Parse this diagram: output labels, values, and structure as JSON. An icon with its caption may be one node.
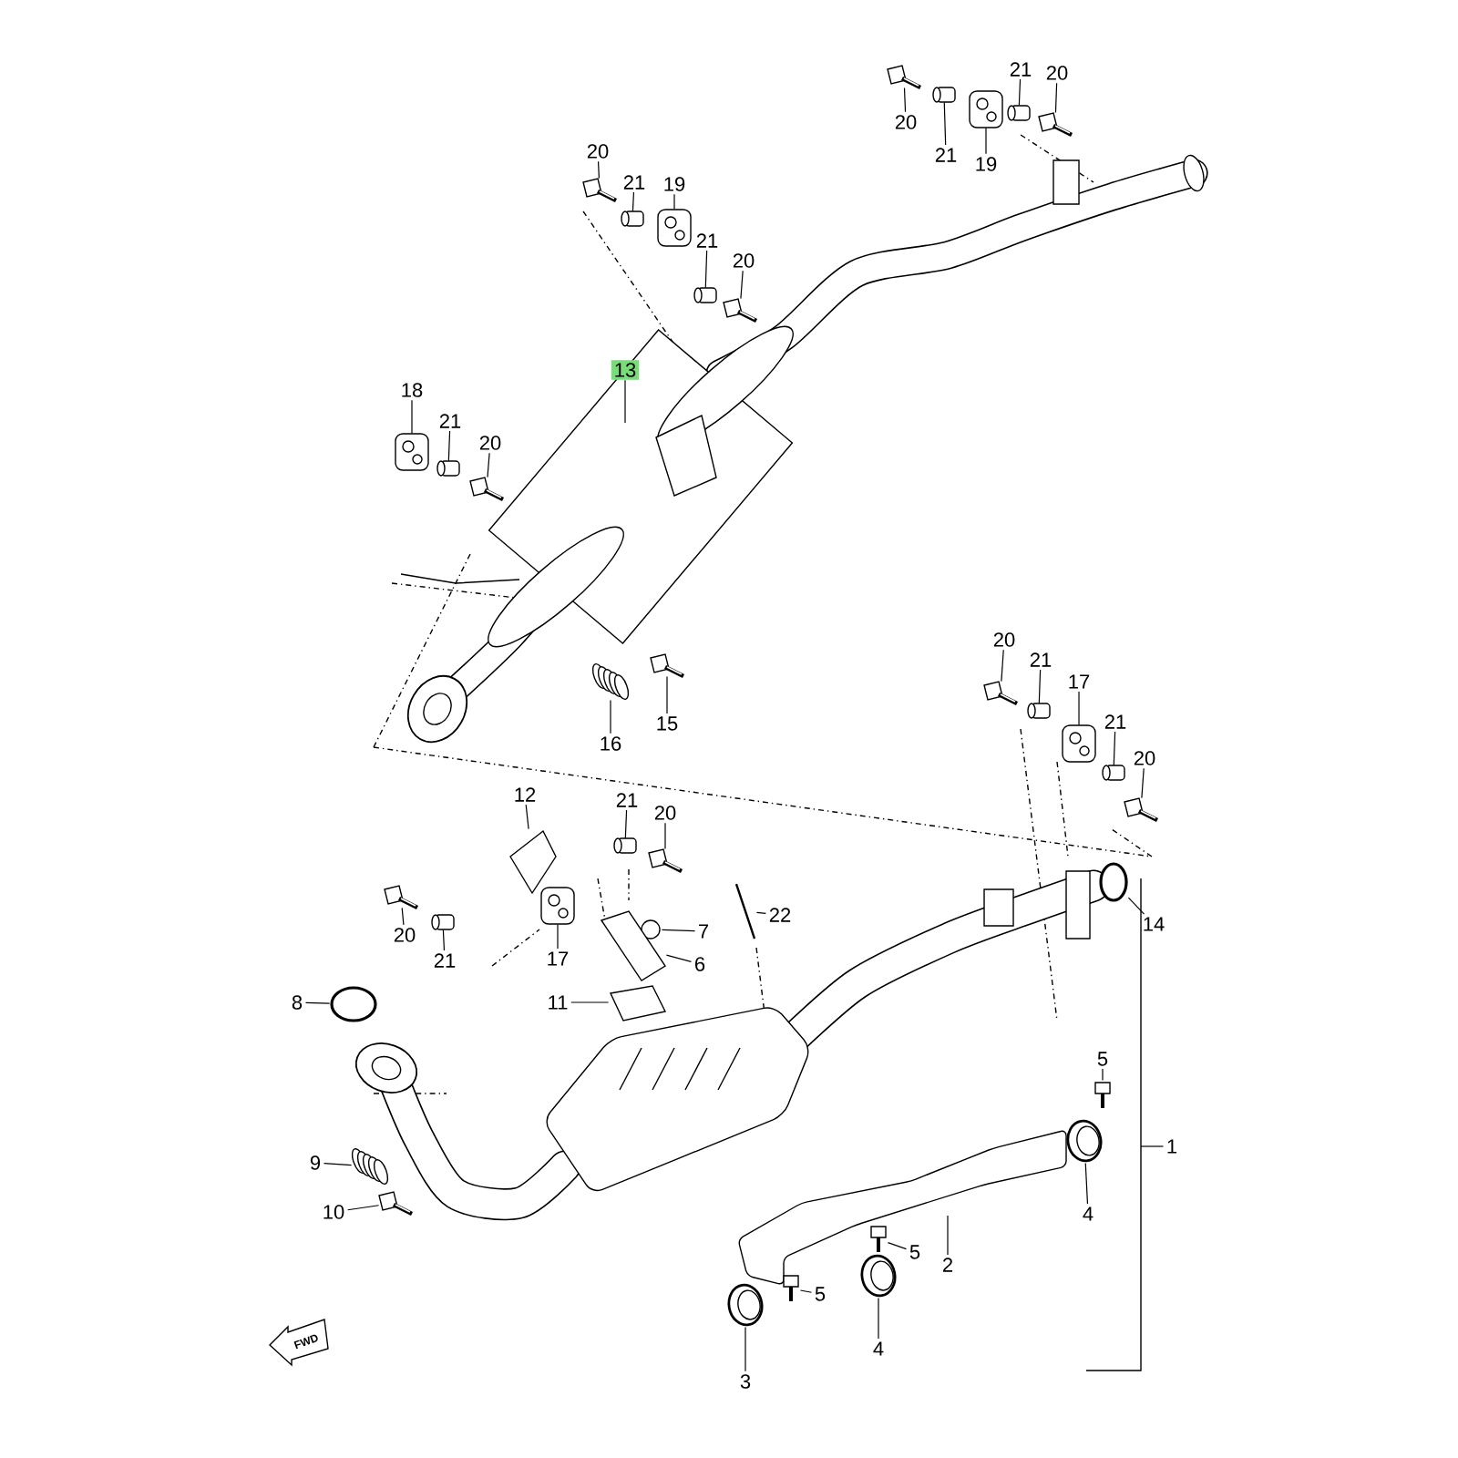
{
  "diagram": {
    "nodes": [
      {
        "text": [
          "21"
        ]
      },
      {
        "text": [
          "20"
        ]
      },
      {
        "text": [
          "20"
        ]
      },
      {
        "text": [
          "21"
        ]
      },
      {
        "text": [
          "20"
        ]
      },
      {
        "text": [
          "19"
        ]
      },
      {
        "text": [
          "21"
        ]
      },
      {
        "text": [
          "19"
        ]
      },
      {
        "text": [
          "21"
        ]
      },
      {
        "text": [
          "20"
        ]
      },
      {
        "text": [
          "13"
        ]
      },
      {
        "text": [
          "18"
        ]
      },
      {
        "text": [
          "21"
        ]
      },
      {
        "text": [
          "20"
        ]
      },
      {
        "text": [
          "20"
        ]
      },
      {
        "text": [
          "21"
        ]
      },
      {
        "text": [
          "17"
        ]
      },
      {
        "text": [
          "15"
        ]
      },
      {
        "text": [
          "21"
        ]
      },
      {
        "text": [
          "16"
        ]
      },
      {
        "text": [
          "20"
        ]
      },
      {
        "text": [
          "12"
        ]
      },
      {
        "text": [
          "21"
        ]
      },
      {
        "text": [
          "20"
        ]
      },
      {
        "text": [
          "22"
        ]
      },
      {
        "text": [
          "14"
        ]
      },
      {
        "text": [
          "7"
        ]
      },
      {
        "text": [
          "20"
        ]
      },
      {
        "text": [
          "17"
        ]
      },
      {
        "text": [
          "21"
        ]
      },
      {
        "text": [
          "6"
        ]
      },
      {
        "text": [
          "11"
        ]
      },
      {
        "text": [
          "8"
        ]
      },
      {
        "text": [
          "5"
        ]
      },
      {
        "text": [
          "1"
        ]
      },
      {
        "text": [
          "9"
        ]
      },
      {
        "text": [
          "10"
        ]
      },
      {
        "text": [
          "4"
        ]
      },
      {
        "text": [
          "5"
        ]
      },
      {
        "text": [
          "2"
        ]
      },
      {
        "text": [
          "5"
        ]
      },
      {
        "text": [
          "4"
        ]
      },
      {
        "text": [
          "3"
        ]
      },
      {
        "text": [],
        "shape": "cylinder"
      },
      {
        "text": [],
        "shape": "picture"
      },
      {
        "text": [],
        "shape": "picture"
      },
      {
        "text": [],
        "shape": "cylinder"
      },
      {
        "text": [],
        "shape": "picture"
      },
      {
        "text": [],
        "shape": "picture"
      },
      {
        "text": [],
        "shape": "cylinder"
      },
      {
        "text": [],
        "shape": "picture"
      },
      {
        "text": [],
        "shape": "cylinder"
      },
      {
        "text": [],
        "shape": "picture"
      },
      {
        "text": [],
        "shape": "picture"
      },
      {
        "text": [],
        "shape": "cylinder"
      },
      {
        "text": [],
        "shape": "picture"
      },
      {
        "text": [],
        "shape": "picture"
      },
      {
        "text": [],
        "shape": "cylinder"
      },
      {
        "text": [],
        "shape": "picture"
      },
      {
        "text": [],
        "shape": "picture"
      },
      {
        "text": [],
        "shape": "cylinder"
      },
      {
        "text": [],
        "shape": "picture"
      },
      {
        "text": [],
        "shape": "picture"
      },
      {
        "text": [],
        "shape": "picture"
      },
      {
        "text": [],
        "shape": "cylinder"
      },
      {
        "text": [],
        "shape": "picture"
      },
      {
        "text": [],
        "shape": "picture"
      },
      {
        "text": [],
        "shape": "circle"
      },
      {
        "text": [],
        "shape": "circle"
      },
      {
        "text": [],
        "shape": "picture"
      },
      {
        "text": [],
        "shape": "picture"
      },
      {
        "text": [],
        "shape": "cylinder"
      },
      {
        "text": [],
        "shape": "picture"
      },
      {
        "text": [],
        "shape": "picture"
      },
      {
        "text": [],
        "shape": "circle"
      },
      {
        "text": [],
        "shape": "picture"
      },
      {
        "text": [],
        "shape": "picture"
      },
      {
        "text": [],
        "shape": "picture"
      },
      {
        "text": [],
        "shape": "picture"
      },
      {
        "text": [],
        "shape": "picture"
      },
      {
        "text": [],
        "shape": "picture"
      },
      {
        "text": [],
        "shape": "picture"
      },
      {
        "text": [],
        "shape": "picture"
      }
    ],
    "edges": [
      {
        "from": 0,
        "to": 43,
        "arrow": "none"
      },
      {
        "from": 1,
        "to": 44,
        "arrow": "none"
      },
      {
        "from": 2,
        "to": 45,
        "arrow": "none"
      },
      {
        "from": 3,
        "to": 46,
        "arrow": "none"
      },
      {
        "from": 4,
        "to": 47,
        "arrow": "none"
      },
      {
        "from": 5,
        "to": 48,
        "arrow": "none"
      },
      {
        "from": 6,
        "to": 49,
        "arrow": "none"
      },
      {
        "from": 7,
        "to": 50,
        "arrow": "none"
      },
      {
        "from": 8,
        "to": 51,
        "arrow": "none"
      },
      {
        "from": 9,
        "to": 52,
        "arrow": "none"
      },
      {
        "from": 10,
        "to": null,
        "arrow": "none"
      },
      {
        "from": 11,
        "to": 53,
        "arrow": "none"
      },
      {
        "from": 12,
        "to": 54,
        "arrow": "none"
      },
      {
        "from": 13,
        "to": 55,
        "arrow": "none"
      },
      {
        "from": 14,
        "to": 56,
        "arrow": "none"
      },
      {
        "from": 15,
        "to": 57,
        "arrow": "none"
      },
      {
        "from": 16,
        "to": 58,
        "arrow": "none"
      },
      {
        "from": 17,
        "to": 59,
        "arrow": "none"
      },
      {
        "from": 18,
        "to": 60,
        "arrow": "none"
      },
      {
        "from": 19,
        "to": 61,
        "arrow": "none"
      },
      {
        "from": 20,
        "to": 62,
        "arrow": "none"
      },
      {
        "from": 21,
        "to": 63,
        "arrow": "none"
      },
      {
        "from": 22,
        "to": 64,
        "arrow": "none"
      },
      {
        "from": 23,
        "to": 65,
        "arrow": "none"
      },
      {
        "from": 24,
        "to": 66,
        "arrow": "none"
      },
      {
        "from": 25,
        "to": 67,
        "arrow": "none"
      },
      {
        "from": 26,
        "to": 68,
        "arrow": "none"
      },
      {
        "from": 27,
        "to": 69,
        "arrow": "none"
      },
      {
        "from": 28,
        "to": 70,
        "arrow": "none"
      },
      {
        "from": 29,
        "to": 71,
        "arrow": "none"
      },
      {
        "from": 30,
        "to": 72,
        "arrow": "none"
      },
      {
        "from": 31,
        "to": 73,
        "arrow": "none"
      },
      {
        "from": 32,
        "to": 74,
        "arrow": "none"
      },
      {
        "from": 33,
        "to": 75,
        "arrow": "none"
      },
      {
        "from": 34,
        "to": null,
        "arrow": "none"
      },
      {
        "from": 35,
        "to": 76,
        "arrow": "none"
      },
      {
        "from": 36,
        "to": 77,
        "arrow": "none"
      },
      {
        "from": 37,
        "to": 78,
        "arrow": "none"
      },
      {
        "from": 38,
        "to": 79,
        "arrow": "none"
      },
      {
        "from": 39,
        "to": null,
        "arrow": "none"
      },
      {
        "from": 40,
        "to": 80,
        "arrow": "none"
      },
      {
        "from": 41,
        "to": 81,
        "arrow": "none"
      },
      {
        "from": 42,
        "to": 82,
        "arrow": "none"
      }
    ],
    "labels": [
      "FWD"
    ]
  }
}
